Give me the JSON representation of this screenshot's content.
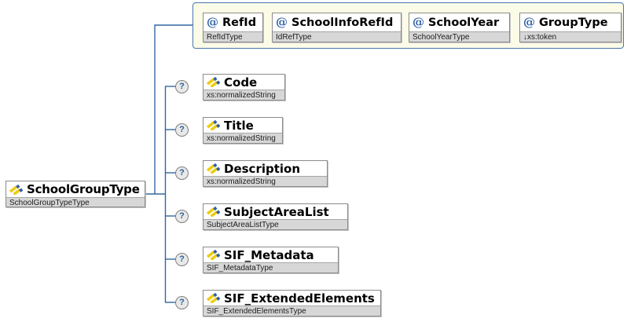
{
  "diagram": {
    "attribute_marker": "@",
    "optional_marker": "?",
    "root": {
      "name": "SchoolGroupType",
      "type": "SchoolGroupTypeType"
    },
    "attributes": [
      {
        "name": "RefId",
        "type": "RefIdType"
      },
      {
        "name": "SchoolInfoRefId",
        "type": "IdRefType"
      },
      {
        "name": "SchoolYear",
        "type": "SchoolYearType"
      },
      {
        "name": "GroupType",
        "type": "↓xs:token"
      }
    ],
    "elements": [
      {
        "name": "Code",
        "type": "xs:normalizedString"
      },
      {
        "name": "Title",
        "type": "xs:normalizedString"
      },
      {
        "name": "Description",
        "type": "xs:normalizedString"
      },
      {
        "name": "SubjectAreaList",
        "type": "SubjectAreaListType"
      },
      {
        "name": "SIF_Metadata",
        "type": "SIF_MetadataType"
      },
      {
        "name": "SIF_ExtendedElements",
        "type": "SIF_ExtendedElementsType"
      }
    ],
    "colors": {
      "connector": "#33679f",
      "attribute_group_bg": "#fbfbe8",
      "attribute_group_border": "#4677ad",
      "node_border": "#8c8c8c",
      "type_strip_bg": "#d7d7d7",
      "icon_yellow": "#eecd11",
      "icon_blue": "#2f5fae",
      "at_sign_color": "#2d5fa6"
    }
  }
}
